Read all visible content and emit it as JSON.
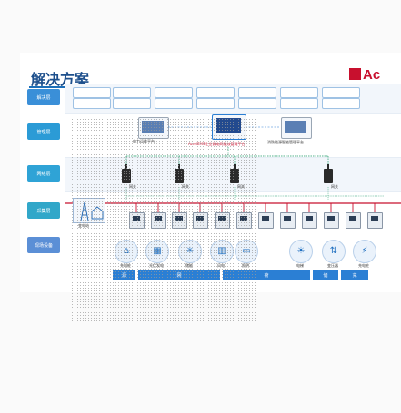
{
  "slide": {
    "title": "解决方案",
    "logo_text": "Ac",
    "accent_blue": "#1d6fb8",
    "accent_red": "#c8102e"
  },
  "layers": [
    {
      "label": "解决层",
      "color": "#3a8fd8"
    },
    {
      "label": "管理层",
      "color": "#2b9bd6"
    },
    {
      "label": "网络层",
      "color": "#2fa3d6"
    },
    {
      "label": "采集层",
      "color": "#31a7c9"
    },
    {
      "label": "现场设备",
      "color": "#5b8fd6"
    }
  ],
  "solution_tags_row1": [
    "",
    "",
    "",
    "",
    "",
    "",
    ""
  ],
  "solution_tags_row2": [
    "",
    "",
    "",
    "",
    "",
    "",
    ""
  ],
  "platforms": {
    "left": "电力运维平台",
    "main": "AcrelEMS企业微电网能效管理平台",
    "right": "消防能源智能管理平台"
  },
  "gateways": [
    "网关",
    "网关",
    "网关",
    "网关"
  ],
  "field_labels": [
    "充电桩",
    "光伏发电",
    "储能",
    "风电",
    "照明",
    "电梯",
    "变压器",
    "充电桩"
  ],
  "categories": [
    "源",
    "网",
    "荷",
    "储",
    "充"
  ],
  "left_station_label": "变电站"
}
